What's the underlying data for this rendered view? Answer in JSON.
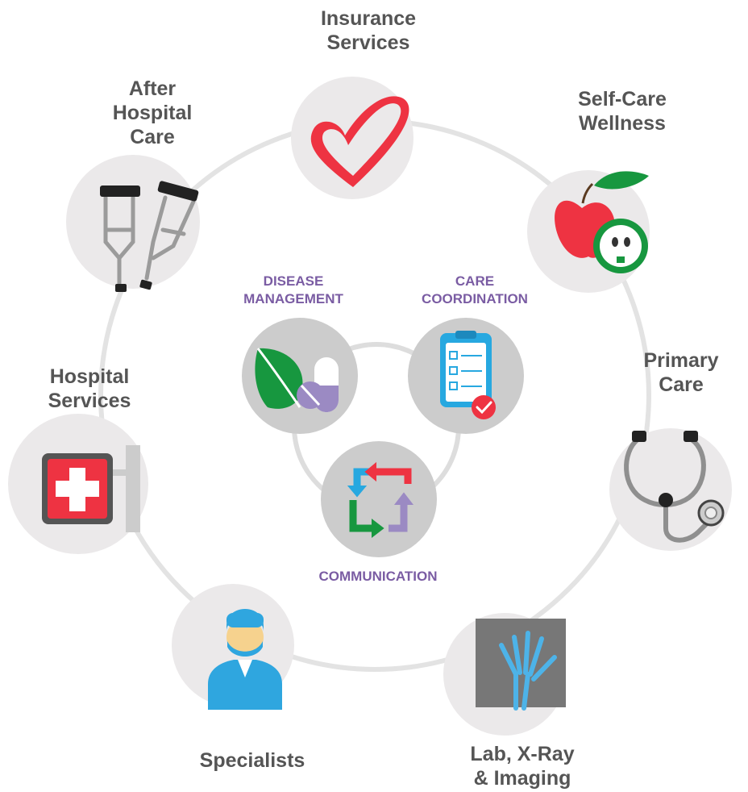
{
  "outer_services": [
    {
      "id": "insurance",
      "lines": [
        "Insurance",
        "Services"
      ],
      "icon": "heart-icon"
    },
    {
      "id": "self-care",
      "lines": [
        "Self-Care",
        "Wellness"
      ],
      "icon": "apple-icon"
    },
    {
      "id": "primary",
      "lines": [
        "Primary",
        "Care"
      ],
      "icon": "stethoscope-icon"
    },
    {
      "id": "lab",
      "lines": [
        "Lab, X-Ray",
        "& Imaging"
      ],
      "icon": "xray-hand-icon"
    },
    {
      "id": "specialists",
      "lines": [
        "Specialists"
      ],
      "icon": "surgeon-icon"
    },
    {
      "id": "hospital",
      "lines": [
        "Hospital",
        "Services"
      ],
      "icon": "hospital-sign-icon"
    },
    {
      "id": "after",
      "lines": [
        "After",
        "Hospital",
        "Care"
      ],
      "icon": "crutches-icon"
    }
  ],
  "core_services": [
    {
      "id": "disease",
      "lines": [
        "DISEASE",
        "MANAGEMENT"
      ],
      "icon": "leaf-pill-icon"
    },
    {
      "id": "coordination",
      "lines": [
        "CARE",
        "COORDINATION"
      ],
      "icon": "clipboard-checklist-icon"
    },
    {
      "id": "communication",
      "lines": [
        "COMMUNICATION"
      ],
      "icon": "cycle-arrows-icon"
    }
  ],
  "colors": {
    "outer_circle": "#ebe9ea",
    "inner_circle": "#cccccc",
    "ring": "#e3e3e3",
    "label_text": "#555555",
    "core_text": "#7a5ca3",
    "red": "#ee3342",
    "green": "#17973f",
    "purple": "#9b8ac3",
    "blue": "#27a8e0"
  }
}
